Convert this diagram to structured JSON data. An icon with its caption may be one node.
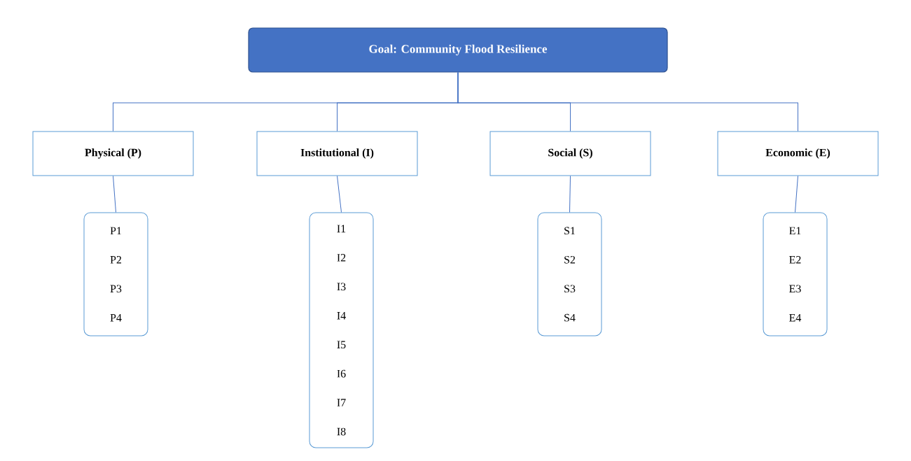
{
  "diagram": {
    "nodes": [
      {
        "text": [
          "Goal: Community Flood Resilience"
        ]
      },
      {
        "text": [
          "Physical (P)"
        ]
      },
      {
        "text": [
          "Institutional (I)"
        ]
      },
      {
        "text": [
          "Social (S)"
        ]
      },
      {
        "text": [
          "Economic (E)"
        ]
      },
      {
        "text": [
          "P1",
          "P2",
          "P3",
          "P4"
        ]
      },
      {
        "text": [
          "I1",
          "I2",
          "I3",
          "I4",
          "I5",
          "I6",
          "I7",
          "I8"
        ]
      },
      {
        "text": [
          "S1",
          "S2",
          "S3",
          "S4"
        ]
      },
      {
        "text": [
          "E1",
          "E2",
          "E3",
          "E4"
        ]
      }
    ],
    "edges": [
      {
        "from": 0,
        "to": 1,
        "arrow": "none"
      },
      {
        "from": 0,
        "to": 2,
        "arrow": "none"
      },
      {
        "from": 0,
        "to": 3,
        "arrow": "none"
      },
      {
        "from": 0,
        "to": 4,
        "arrow": "none"
      },
      {
        "from": 1,
        "to": 5,
        "arrow": "none"
      },
      {
        "from": 2,
        "to": 6,
        "arrow": "none"
      },
      {
        "from": 3,
        "to": 7,
        "arrow": "none"
      },
      {
        "from": 4,
        "to": 8,
        "arrow": "none"
      }
    ]
  }
}
